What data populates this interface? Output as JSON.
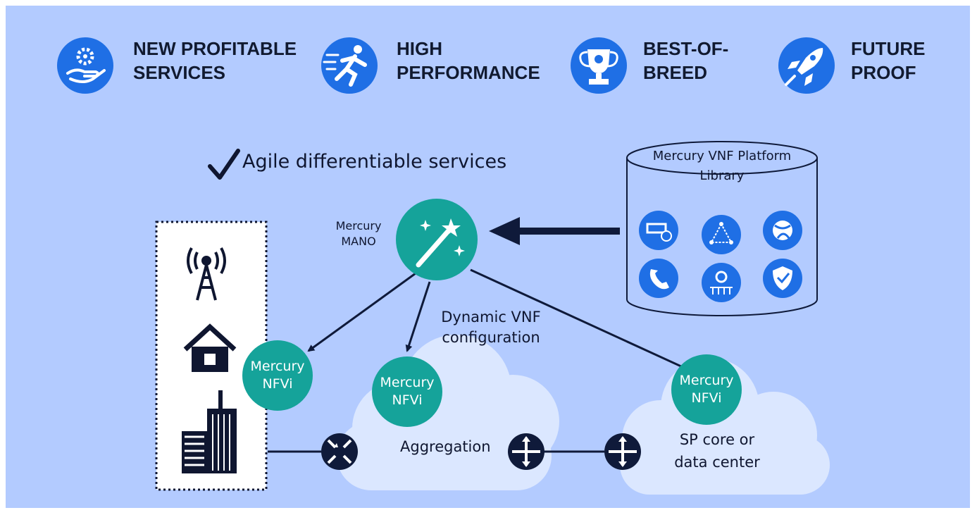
{
  "benefits": [
    {
      "icon": "hand-gear-icon",
      "line1": "NEW PROFITABLE",
      "line2": "SERVICES"
    },
    {
      "icon": "running-person-icon",
      "line1": "HIGH",
      "line2": "PERFORMANCE"
    },
    {
      "icon": "trophy-icon",
      "line1": "BEST-OF-",
      "line2": "BREED"
    },
    {
      "icon": "rocket-icon",
      "line1": "FUTURE",
      "line2": "PROOF"
    }
  ],
  "tagline": "Agile differentiable services",
  "library": {
    "title_line1": "Mercury VNF Platform",
    "title_line2": "Library",
    "icons": [
      "storage-icon",
      "network-triangle-icon",
      "globe-icon",
      "phone-icon",
      "search-network-icon",
      "shield-icon"
    ]
  },
  "mano": {
    "line1": "Mercury",
    "line2": "MANO",
    "icon": "magic-wand-icon"
  },
  "dynamic_label": {
    "line1": "Dynamic VNF",
    "line2": "configuration"
  },
  "nfvi": [
    {
      "line1": "Mercury",
      "line2": "NFVi"
    },
    {
      "line1": "Mercury",
      "line2": "NFVi"
    },
    {
      "line1": "Mercury",
      "line2": "NFVi"
    }
  ],
  "clouds": {
    "aggregation": "Aggregation",
    "core_line1": "SP core or",
    "core_line2": "data center"
  },
  "sites": [
    "cell-tower-icon",
    "house-icon",
    "buildings-icon"
  ],
  "colors": {
    "background": "#b3cbff",
    "icon_blue": "#1f6fe5",
    "teal": "#15a39a",
    "navy": "#0f1a3a",
    "cloud": "#dbe7ff"
  }
}
